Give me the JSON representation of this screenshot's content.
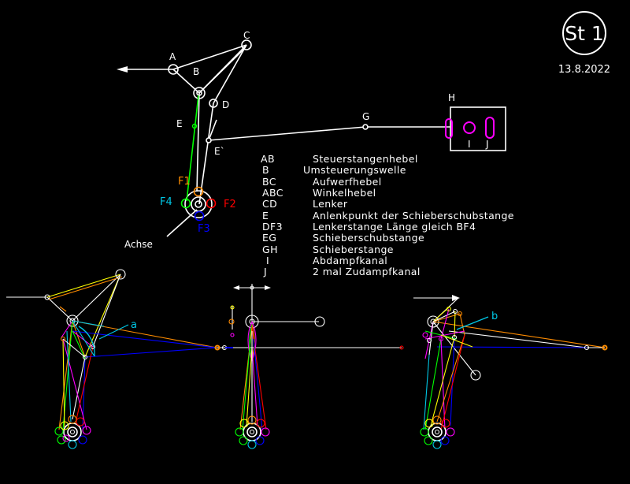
{
  "badge": {
    "text": "St 1"
  },
  "date": "13.8.2022",
  "points": {
    "A": "A",
    "B": "B",
    "C": "C",
    "D": "D",
    "E": "E",
    "E2": "E`",
    "G": "G",
    "H": "H",
    "I": "I",
    "J": "J",
    "F1": "F1",
    "F2": "F2",
    "F3": "F3",
    "F4": "F4",
    "achse": "Achse"
  },
  "legend": [
    {
      "key": "AB",
      "desc": "Steuerstangenhebel"
    },
    {
      "key": "B",
      "desc": "Umsteuerungswelle"
    },
    {
      "key": "BC",
      "desc": "Aufwerfhebel"
    },
    {
      "key": "ABC",
      "desc": "Winkelhebel"
    },
    {
      "key": "CD",
      "desc": "Lenker"
    },
    {
      "key": "E",
      "desc": "Anlenkpunkt der Schieberschubstange"
    },
    {
      "key": "DF3",
      "desc": "Lenkerstange   Länge gleich BF4"
    },
    {
      "key": "EG",
      "desc": "Schieberschubstange"
    },
    {
      "key": "GH",
      "desc": "Schieberstange"
    },
    {
      "key": "I",
      "desc": "Abdampfkanal"
    },
    {
      "key": "J",
      "desc": "2 mal Zudampfkanal"
    }
  ],
  "angles": {
    "a": "a",
    "b": "b"
  },
  "colors": {
    "background": "#000000",
    "line": "#ffffff",
    "magenta": "#ff00ff",
    "green": "#00ff00",
    "orange": "#ff8c00",
    "red": "#ff0000",
    "blue": "#0000ff",
    "cyan": "#00c8e6"
  }
}
